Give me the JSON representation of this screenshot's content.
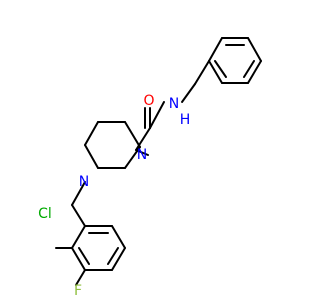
{
  "colors": {
    "bond": "#000000",
    "oxygen": "#ff0000",
    "nitrogen": "#0000ff",
    "chlorine": "#00aa00",
    "fluorine": "#8fbf3f",
    "hydrogen": "#0000ff"
  },
  "labels": {
    "oxygen": "O",
    "amide_nitrogen": "N",
    "amide_hydrogen": "H",
    "piperazine_nitrogen_top": "N",
    "piperazine_nitrogen_bottom": "N",
    "chlorine": "Cl",
    "fluorine": "F"
  }
}
